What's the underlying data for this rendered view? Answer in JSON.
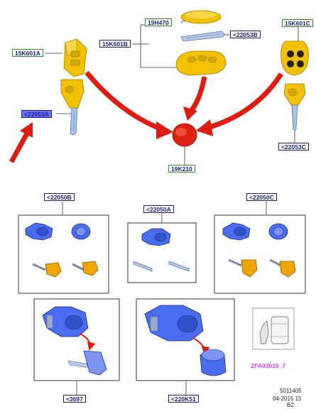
{
  "labels": {
    "k15K601A": "15K601A",
    "k19H470": "19H470",
    "k22053B": "<22053B",
    "k15K601B": "15K601B",
    "k15K601C": "15K601C",
    "k22053A": "<22053A",
    "k22053C": "<22053C",
    "k19K210": "19K210",
    "k22050B": "<22050B",
    "k22050A": "<22050A",
    "k22050C": "<22050C",
    "k3697": "<3697",
    "k220K51": "<220K51",
    "zfa": "ZFA03010_7"
  },
  "footer": {
    "code": "5011405",
    "date": "04-2015 15",
    "page": "B2"
  },
  "colors": {
    "key_yellow": "#f2c200",
    "cap_red": "#e02010",
    "arrow_red": "#e01b10",
    "lock_blue": "#4a6cf0",
    "label_fill": "#6f6fff",
    "green_border": "#2e8b2e",
    "navy": "#1a237e",
    "magenta": "#e040fb"
  }
}
